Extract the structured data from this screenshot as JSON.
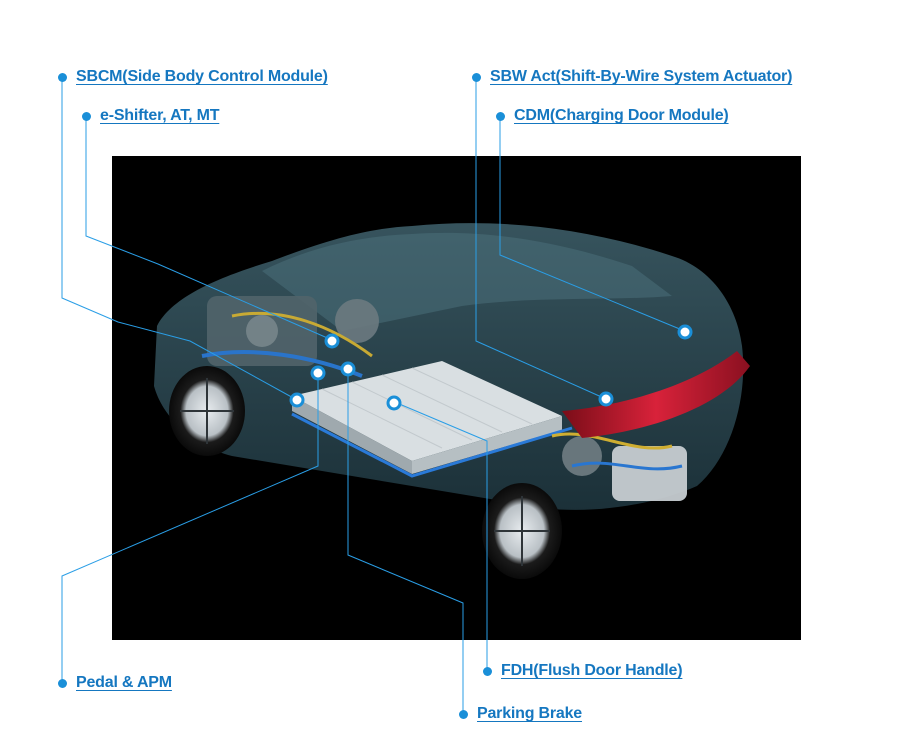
{
  "colors": {
    "accent": "#1a8fd8",
    "link": "#1577c0",
    "leader_line": "#2a9ee6",
    "background": "#ffffff",
    "photo_background": "#000000",
    "car_body": "#2d4b55",
    "battery": "#d9dfe2",
    "tail_light": "#c0182a"
  },
  "callouts": {
    "sbcm": "SBCM(Side Body Control Module)",
    "eshifter": "e-Shifter, AT, MT",
    "sbw": "SBW Act(Shift-By-Wire System Actuator)",
    "cdm": "CDM(Charging Door Module)",
    "pedal": "Pedal & APM",
    "fdh": "FDH(Flush Door Handle)",
    "parking_brake": "Parking Brake"
  }
}
